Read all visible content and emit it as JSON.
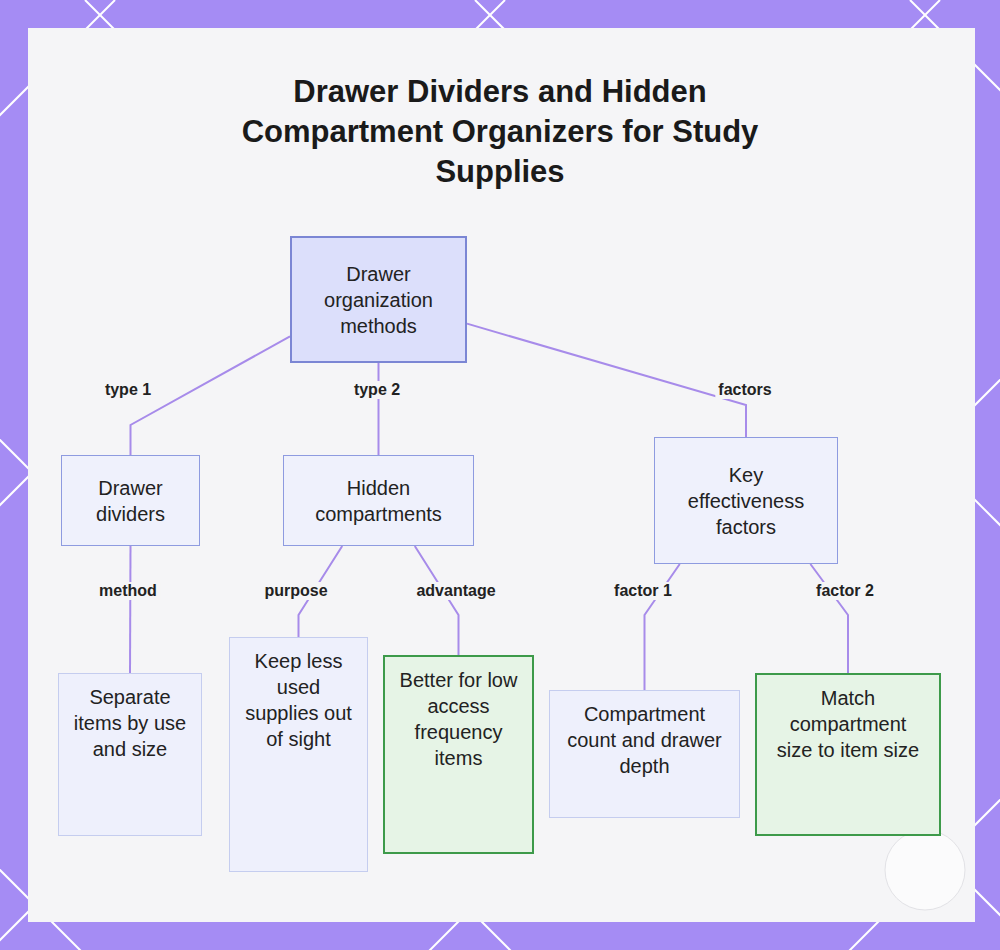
{
  "diagram": {
    "title": "Drawer Dividers and Hidden Compartment Organizers for Study Supplies",
    "nodes": [
      {
        "text": [
          "Drawer organization methods"
        ]
      },
      {
        "text": [
          "Drawer dividers"
        ]
      },
      {
        "text": [
          "Hidden compartments"
        ]
      },
      {
        "text": [
          "Key effectiveness factors"
        ]
      },
      {
        "text": [
          "Separate items by use and size"
        ]
      },
      {
        "text": [
          "Keep less used supplies out of sight"
        ]
      },
      {
        "text": [
          "Better for low access frequency items"
        ]
      },
      {
        "text": [
          "Compartment count and drawer depth"
        ]
      },
      {
        "text": [
          "Match compartment size to item size"
        ]
      }
    ],
    "edges": [
      {
        "from": 0,
        "to": 1,
        "arrow": "none",
        "label": "type 1"
      },
      {
        "from": 0,
        "to": 2,
        "arrow": "none",
        "label": "type 2"
      },
      {
        "from": 0,
        "to": 3,
        "arrow": "none",
        "label": "factors"
      },
      {
        "from": 1,
        "to": 4,
        "arrow": "none",
        "label": "method"
      },
      {
        "from": 2,
        "to": 5,
        "arrow": "none",
        "label": "purpose"
      },
      {
        "from": 2,
        "to": 6,
        "arrow": "none",
        "label": "advantage"
      },
      {
        "from": 3,
        "to": 7,
        "arrow": "none",
        "label": "factor 1"
      },
      {
        "from": 3,
        "to": 8,
        "arrow": "none",
        "label": "factor 2"
      }
    ]
  }
}
